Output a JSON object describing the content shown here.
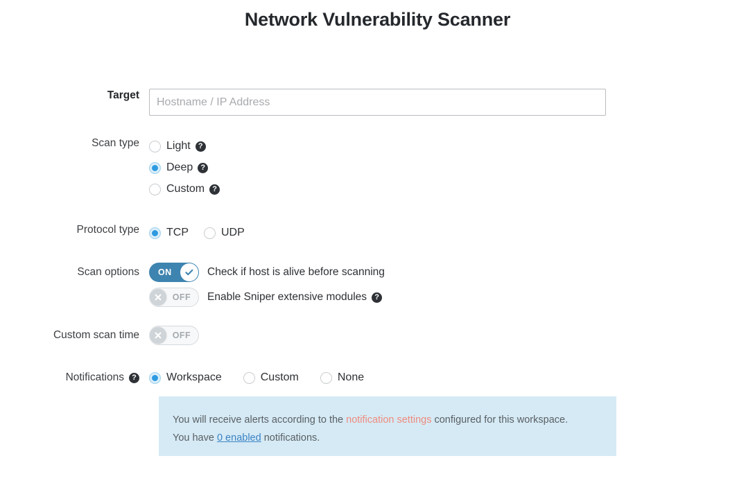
{
  "page": {
    "title": "Network Vulnerability Scanner"
  },
  "target": {
    "label": "Target",
    "placeholder": "Hostname / IP Address",
    "value": ""
  },
  "scan_type": {
    "label": "Scan type",
    "selected": "Deep",
    "options": [
      {
        "label": "Light",
        "selected": false,
        "help": "?"
      },
      {
        "label": "Deep",
        "selected": true,
        "help": "?"
      },
      {
        "label": "Custom",
        "selected": false,
        "help": "?"
      }
    ]
  },
  "protocol_type": {
    "label": "Protocol type",
    "selected": "TCP",
    "options": [
      {
        "label": "TCP",
        "selected": true
      },
      {
        "label": "UDP",
        "selected": false
      }
    ]
  },
  "scan_options": {
    "label": "Scan options",
    "items": [
      {
        "toggle_state": "ON",
        "on": true,
        "text": "Check if host is alive before scanning",
        "has_help": false,
        "help": "?"
      },
      {
        "toggle_state": "OFF",
        "on": false,
        "text": "Enable Sniper extensive modules",
        "has_help": true,
        "help": "?"
      }
    ]
  },
  "custom_scan_time": {
    "label": "Custom scan time",
    "icon": "clock-icon",
    "toggle_state": "OFF",
    "on": false
  },
  "notifications": {
    "label": "Notifications",
    "icon": "bell-icon",
    "help": "?",
    "selected": "Workspace",
    "options": [
      {
        "label": "Workspace",
        "selected": true
      },
      {
        "label": "Custom",
        "selected": false
      },
      {
        "label": "None",
        "selected": false
      }
    ],
    "info": {
      "line1_before": "You will receive alerts according to the ",
      "line1_link": "notification settings",
      "line1_after": " configured for this workspace.",
      "line2_before": "You have ",
      "line2_link": "0 enabled",
      "line2_after": " notifications."
    }
  },
  "colors": {
    "accent_blue": "#2e9ae0",
    "toggle_on": "#3e84b0",
    "info_bg": "#d5eaf5",
    "link_salmon": "#f08b7d",
    "link_blue": "#3b82c4",
    "help_dark": "#2e3237"
  }
}
